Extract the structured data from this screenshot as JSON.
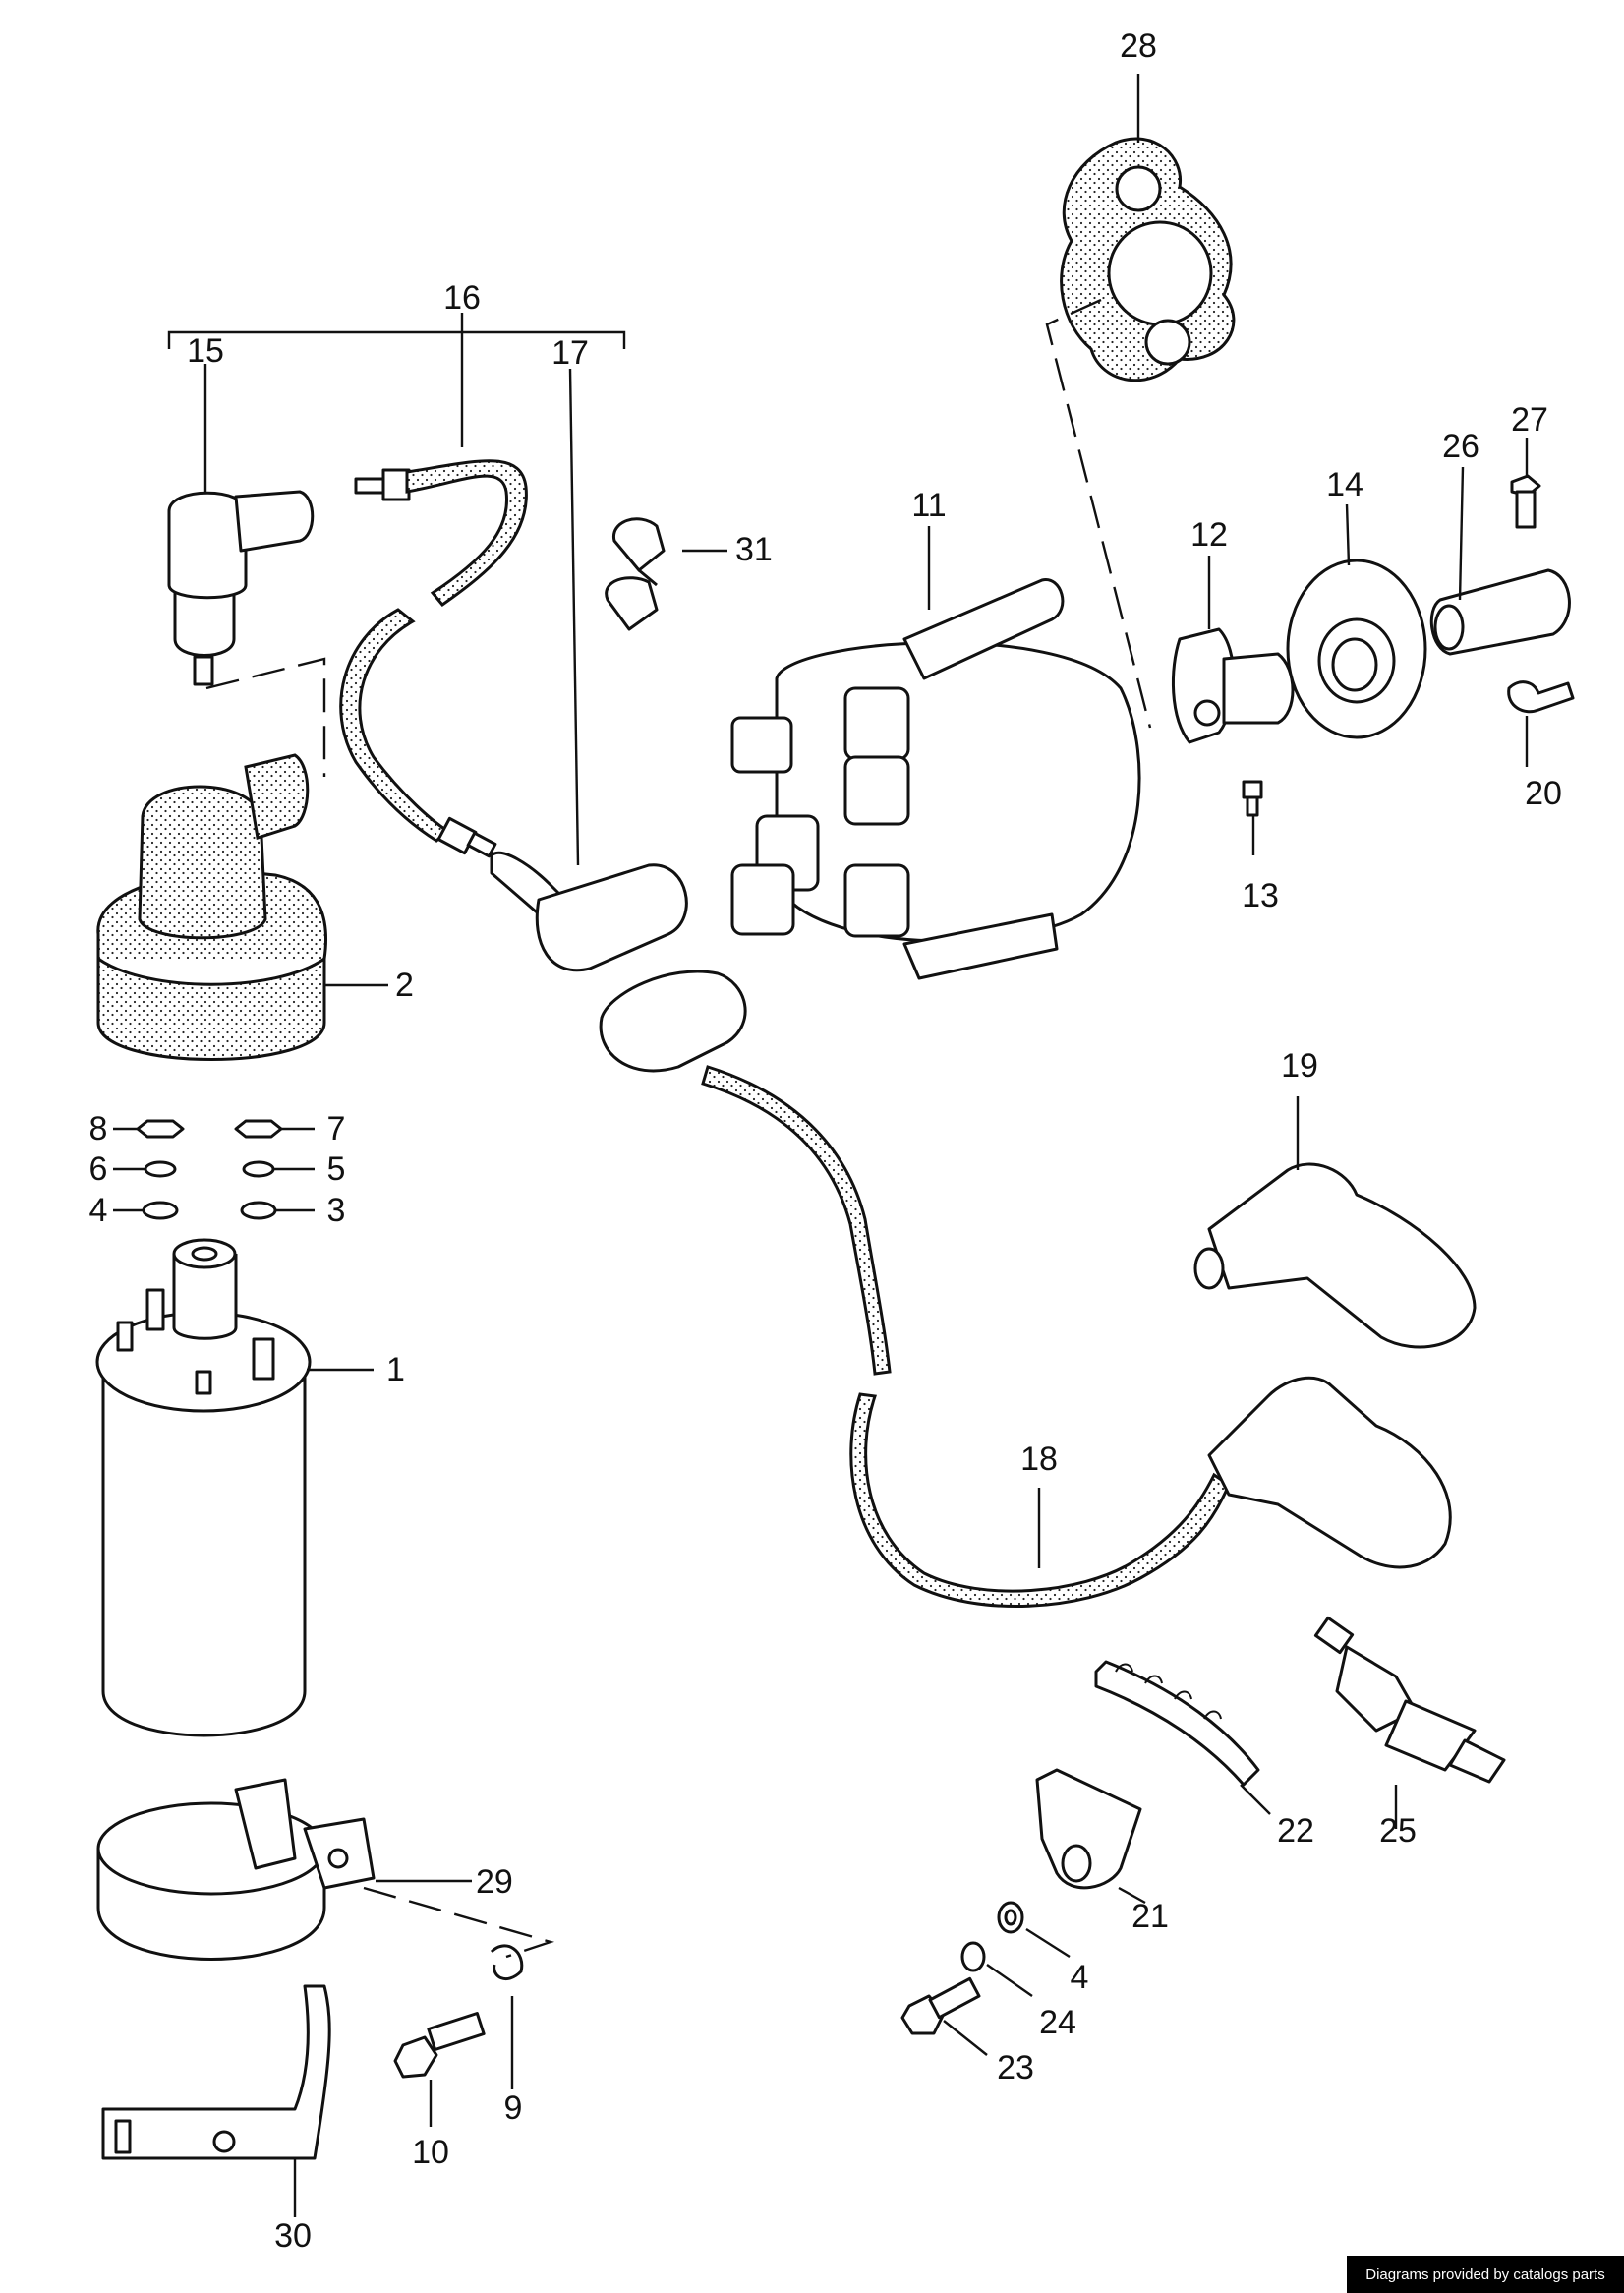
{
  "diagram": {
    "callouts": [
      "1",
      "2",
      "3",
      "4",
      "5",
      "6",
      "7",
      "8",
      "9",
      "10",
      "11",
      "12",
      "13",
      "14",
      "15",
      "16",
      "17",
      "18",
      "19",
      "20",
      "21",
      "22",
      "23",
      "24",
      "25",
      "26",
      "27",
      "28",
      "29",
      "30",
      "31",
      "4"
    ]
  },
  "footer": {
    "credit": "Diagrams provided by catalogs parts"
  }
}
